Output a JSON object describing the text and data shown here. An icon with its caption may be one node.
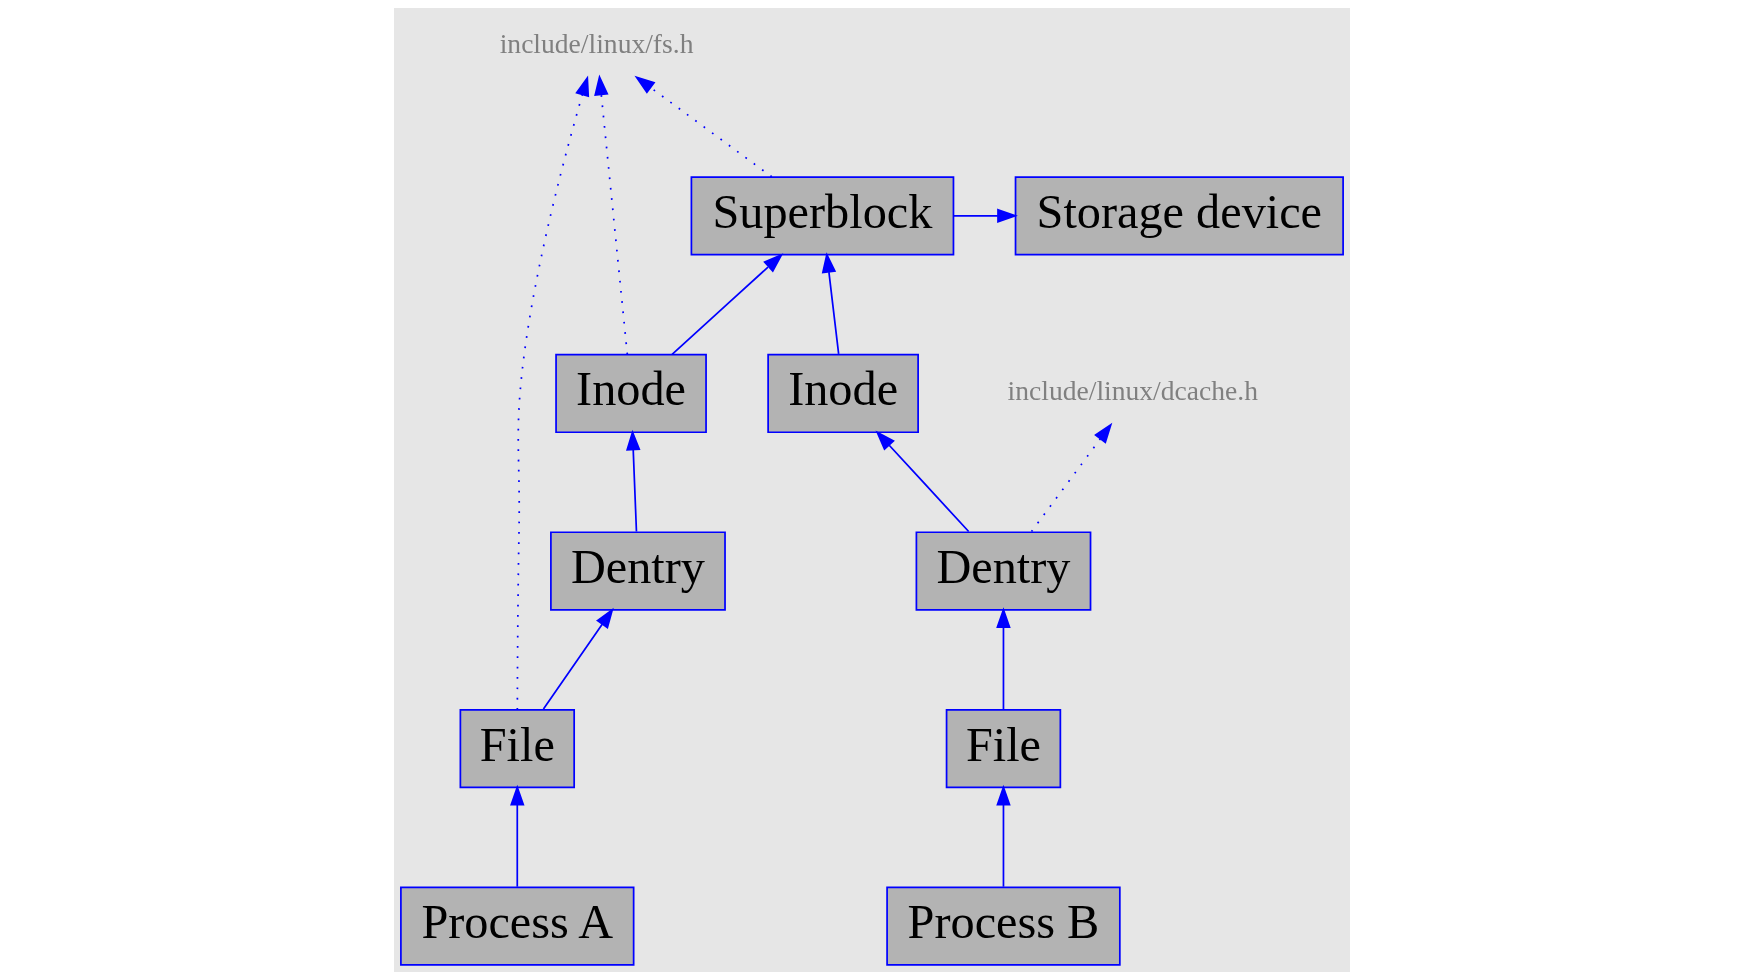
{
  "diagram": {
    "nodes": [
      {
        "text": [
          "Storage device"
        ]
      },
      {
        "text": [
          "Superblock"
        ]
      },
      {
        "text": [
          "include/linux/fs.h"
        ]
      },
      {
        "text": [
          "Inode"
        ]
      },
      {
        "text": [
          "Inode"
        ]
      },
      {
        "text": [
          "Dentry"
        ]
      },
      {
        "text": [
          "Dentry"
        ]
      },
      {
        "text": [
          "Process A"
        ]
      },
      {
        "text": [
          "File"
        ]
      },
      {
        "text": [
          "Process B"
        ]
      },
      {
        "text": [
          "File"
        ]
      },
      {
        "text": [
          "include/linux/dcache.h"
        ]
      }
    ],
    "edges": [
      {
        "from": 1,
        "to": 0,
        "arrow": "to"
      },
      {
        "from": 1,
        "to": 2,
        "arrow": "to",
        "style": "dashed"
      },
      {
        "from": 3,
        "to": 1,
        "arrow": "to"
      },
      {
        "from": 4,
        "to": 1,
        "arrow": "to"
      },
      {
        "from": 3,
        "to": 2,
        "arrow": "to",
        "style": "dashed"
      },
      {
        "from": 5,
        "to": 3,
        "arrow": "to"
      },
      {
        "from": 6,
        "to": 4,
        "arrow": "to"
      },
      {
        "from": 7,
        "to": 8,
        "arrow": "to"
      },
      {
        "from": 8,
        "to": 5,
        "arrow": "to"
      },
      {
        "from": 8,
        "to": 2,
        "arrow": "to",
        "style": "dashed"
      },
      {
        "from": 9,
        "to": 10,
        "arrow": "to"
      },
      {
        "from": 10,
        "to": 6,
        "arrow": "to"
      },
      {
        "from": 6,
        "to": 11,
        "arrow": "to",
        "style": "dashed"
      }
    ]
  }
}
